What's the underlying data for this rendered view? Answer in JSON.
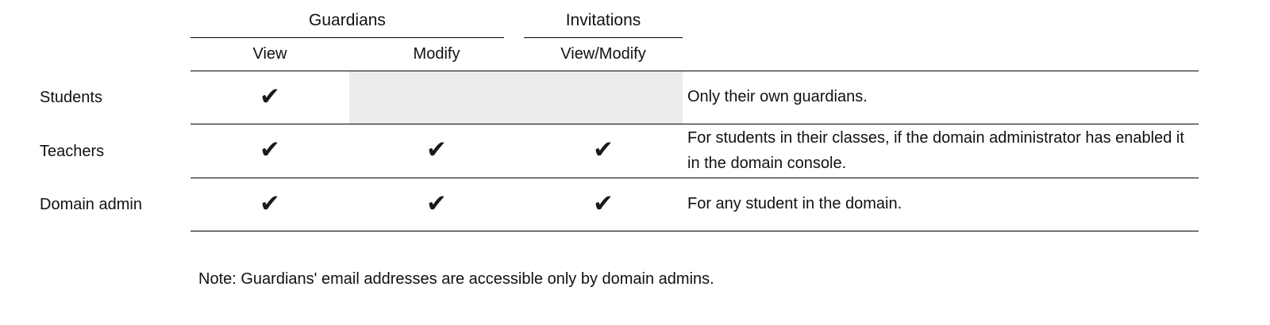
{
  "table": {
    "column_groups": {
      "guardians": "Guardians",
      "invitations": "Invitations"
    },
    "sub_headers": {
      "view": "View",
      "modify": "Modify",
      "view_modify": "View/Modify"
    },
    "rows": [
      {
        "role": "Students",
        "guardians_view": "✔",
        "guardians_modify": "",
        "invitations_view_modify": "",
        "note": "Only their own guardians."
      },
      {
        "role": "Teachers",
        "guardians_view": "✔",
        "guardians_modify": "✔",
        "invitations_view_modify": "✔",
        "note": "For students in their classes, if the domain administrator has enabled it in the domain console."
      },
      {
        "role": "Domain admin",
        "guardians_view": "✔",
        "guardians_modify": "✔",
        "invitations_view_modify": "✔",
        "note": "For any student in the domain."
      }
    ],
    "footnote": "Note: Guardians' email addresses are accessible only by domain admins."
  },
  "colors": {
    "check": "#1a1a1a",
    "disabled_cell_bg": "#ececec",
    "rule": "#000000"
  }
}
